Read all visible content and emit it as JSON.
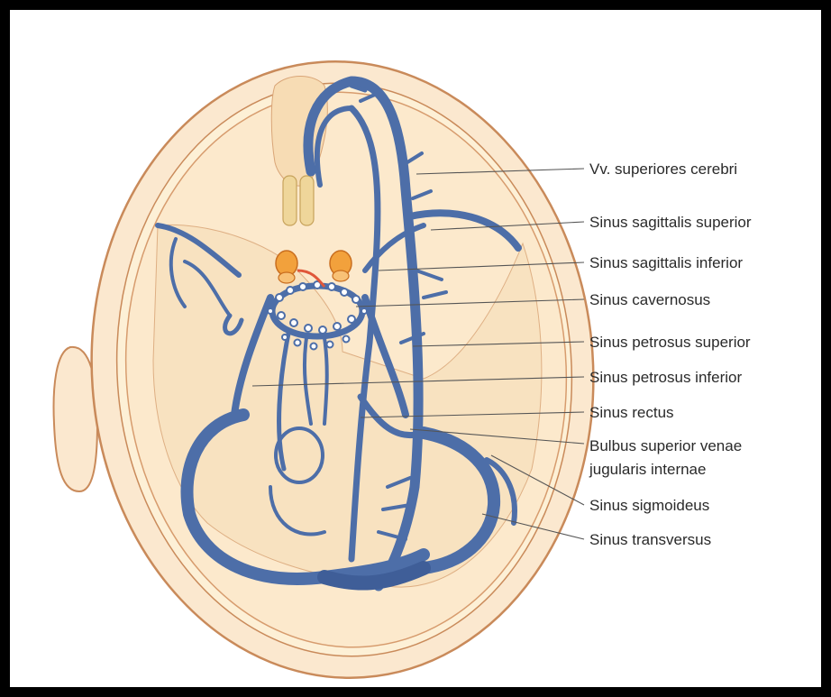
{
  "labels": [
    "Vv. superiores cerebri",
    "Sinus sagittalis superior",
    "Sinus sagittalis inferior",
    "Sinus cavernosus",
    "Sinus petrosus superior",
    "Sinus petrosus inferior",
    "Sinus rectus",
    "Bulbus superior venae",
    "jugularis internae",
    "Sinus sigmoideus",
    "Sinus transversus"
  ],
  "colors": {
    "skin": "#fbe8cf",
    "skin_outline": "#c98a5a",
    "dura": "#fdf0d6",
    "vein": "#4d6ea8",
    "vein_dark": "#2f4f86",
    "highlight": "#8eaad6",
    "artery_orange": "#f2a13c",
    "frame": "#000000"
  }
}
